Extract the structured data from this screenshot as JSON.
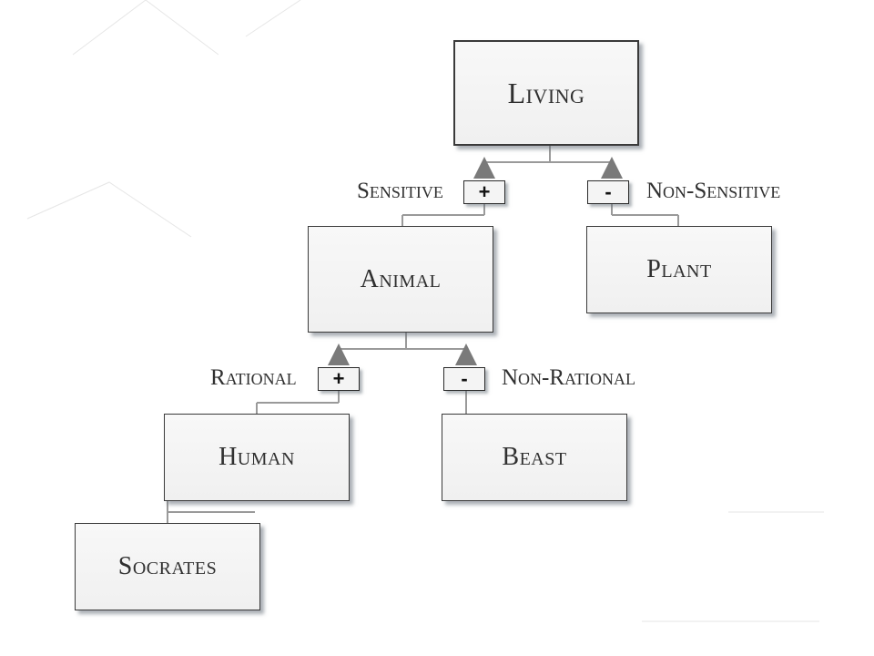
{
  "nodes": {
    "living": "Living",
    "animal": "Animal",
    "plant": "Plant",
    "human": "Human",
    "beast": "Beast",
    "socrates": "Socrates"
  },
  "branches": {
    "sensitive": {
      "label": "Sensitive",
      "sign": "+"
    },
    "non_sensitive": {
      "label": "Non-Sensitive",
      "sign": "-"
    },
    "rational": {
      "label": "Rational",
      "sign": "+"
    },
    "non_rational": {
      "label": "Non-Rational",
      "sign": "-"
    }
  },
  "colors": {
    "line": "#9a9a9a",
    "arrow": "#7a7a7a",
    "box_border": "#3a3a3a",
    "text": "#303030"
  }
}
